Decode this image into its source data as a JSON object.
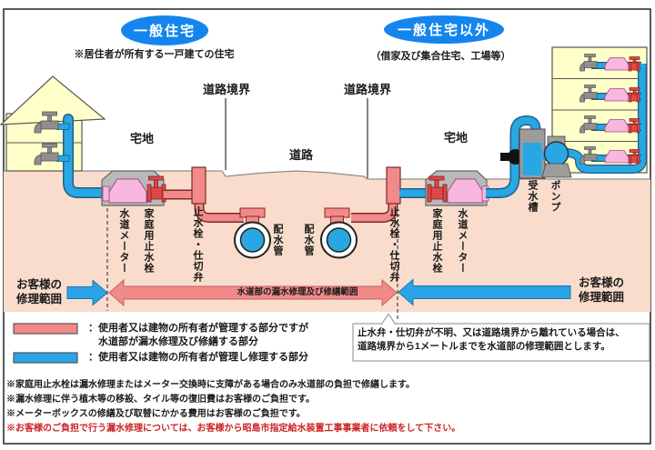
{
  "badges": {
    "general": {
      "label": "一般住宅",
      "note": "※居住者が所有する一戸建ての住宅"
    },
    "non_general": {
      "label": "一般住宅以外",
      "note": "（借家及び集合住宅、工場等）"
    }
  },
  "site": {
    "road_boundary": "道路境界",
    "road": "道路",
    "premises": "宅地"
  },
  "equipment": {
    "water_meter": "水道メーター",
    "home_stopcock": "家庭用止水栓",
    "sluice_valve": "止水栓・仕切弁",
    "distribution_main": "配水管",
    "receiving_tank": "受水槽",
    "pump": "ポンプ"
  },
  "ranges": {
    "customer": "お客様の\n修理範囲",
    "department": "水道部の漏水修理及び修繕範囲"
  },
  "legend": {
    "red": {
      "line1": "：使用者又は建物の所有者が管理する部分ですが",
      "line2": "水道部が漏水修理及び修繕する部分"
    },
    "blue": {
      "line1": "：使用者又は建物の所有者が管理し修理する部分"
    }
  },
  "callout": {
    "line1": "止水弁・仕切弁が不明、又は道路境界から離れている場合は、",
    "line2": "道路境界から1メートルまでを水道部の修理範囲とします。"
  },
  "notes": {
    "items": [
      "※家庭用止水栓は漏水修理またはメーター交換時に支障がある場合のみ水道部の負担で修繕します。",
      "※漏水修理に伴う植木等の移設、タイル等の復旧費はお客様のご負担です。",
      "※メーターボックスの修繕及び取替にかかる費用はお客様のご負担です。",
      "※お客様のご負担で行う漏水修理については、お客様から昭島市指定給水装置工事事業者に依頼をして下さい。"
    ]
  },
  "colors": {
    "badge_blue": "#1485EC",
    "pipe_blue": "#29A7E3",
    "pipe_red": "#F28A8A",
    "valve_red": "#E04848",
    "meter_pink": "#F9B6DE",
    "ground_salmon": "#F9DCCB",
    "building_yellow": "#FFFFC9",
    "note_red": "#CC2222"
  }
}
